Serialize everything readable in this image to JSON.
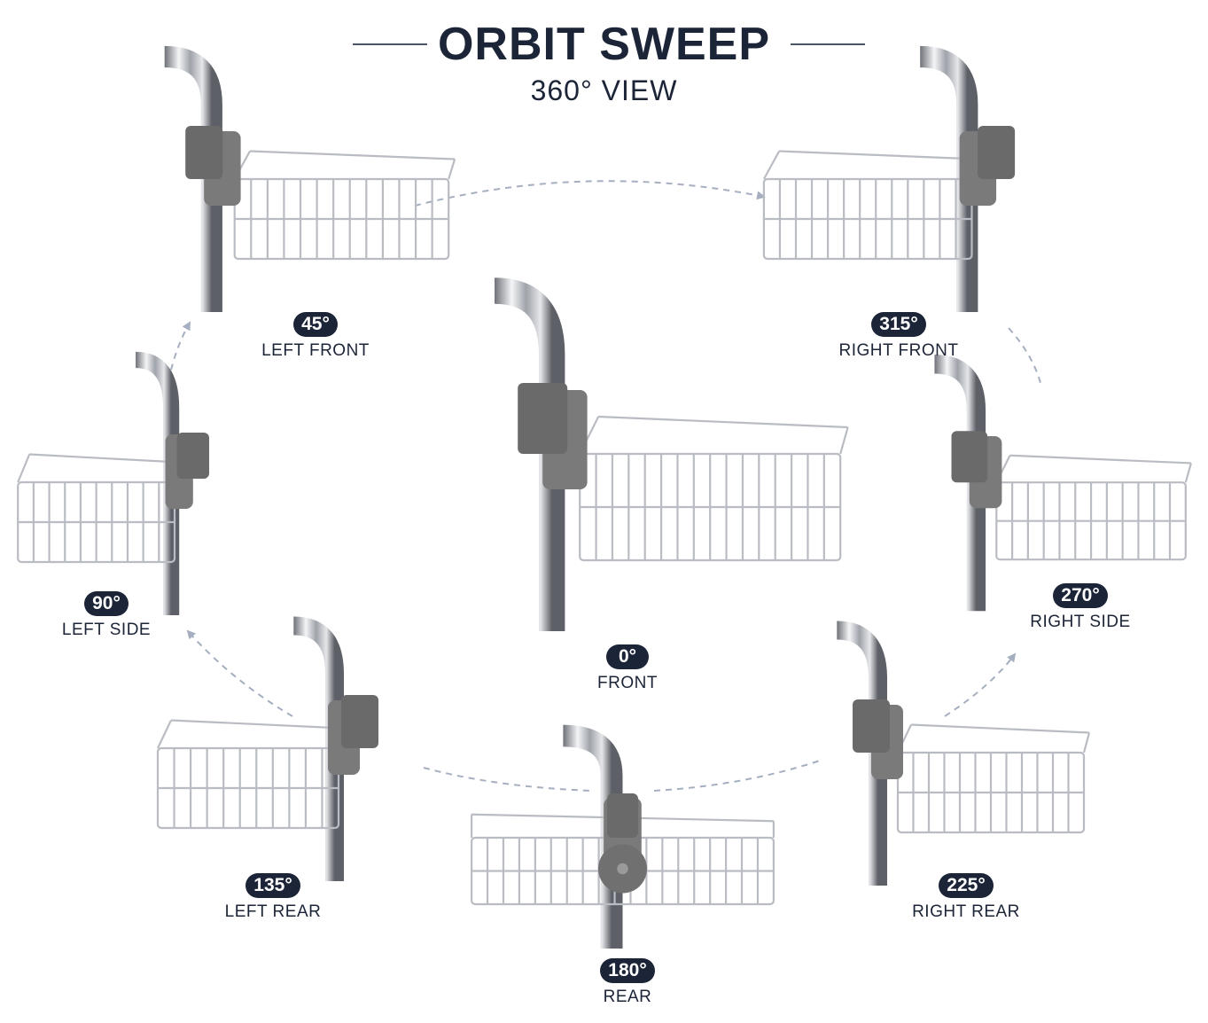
{
  "header": {
    "title": "ORBIT SWEEP",
    "subtitle": "360° VIEW"
  },
  "colors": {
    "ink": "#1c2437",
    "arrow": "#a6afc0",
    "clamp": "#7a7a7a",
    "chrome": "#b9bcc2"
  },
  "views": [
    {
      "id": "front",
      "angle": "0°",
      "label": "FRONT",
      "facing": "right"
    },
    {
      "id": "left-front",
      "angle": "45°",
      "label": "LEFT FRONT",
      "facing": "right"
    },
    {
      "id": "left-side",
      "angle": "90°",
      "label": "LEFT SIDE",
      "facing": "left"
    },
    {
      "id": "left-rear",
      "angle": "135°",
      "label": "LEFT REAR",
      "facing": "left"
    },
    {
      "id": "rear",
      "angle": "180°",
      "label": "REAR",
      "facing": "center"
    },
    {
      "id": "right-rear",
      "angle": "225°",
      "label": "RIGHT REAR",
      "facing": "right"
    },
    {
      "id": "right-side",
      "angle": "270°",
      "label": "RIGHT SIDE",
      "facing": "right"
    },
    {
      "id": "right-front",
      "angle": "315°",
      "label": "RIGHT FRONT",
      "facing": "left"
    }
  ]
}
